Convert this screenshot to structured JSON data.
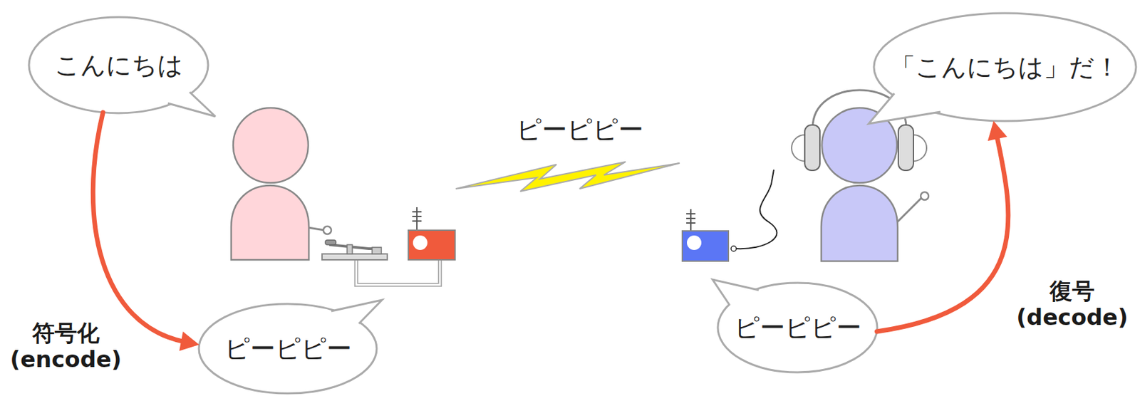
{
  "diagram": {
    "nodes": [
      {
        "text": [
          "こんにちは"
        ]
      },
      {
        "text": [
          "「こんにちは」だ！"
        ]
      },
      {
        "text": [
          "ピーピピー"
        ]
      },
      {
        "text": [
          "ピーピピー"
        ]
      }
    ],
    "edges": [
      {
        "from": 0,
        "to": 2,
        "arrow": "to",
        "label": "符号化 (encode)"
      },
      {
        "from": 3,
        "to": 1,
        "arrow": "to",
        "label": "復号 (decode)"
      }
    ],
    "labels": [
      "ピーピピー"
    ]
  }
}
